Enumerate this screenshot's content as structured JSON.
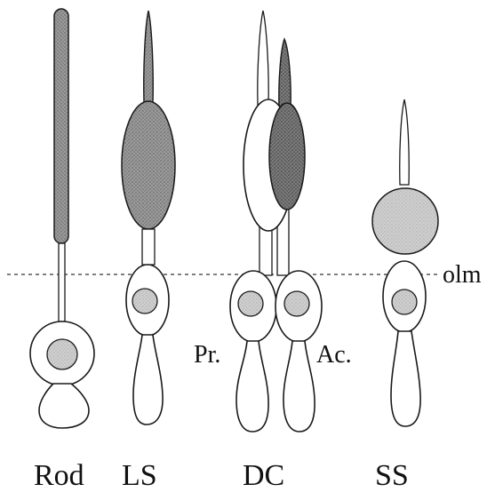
{
  "cell_labels": {
    "rod": "Rod",
    "ls": "LS",
    "dc": "DC",
    "ss": "SS"
  },
  "annotations": {
    "olm": "olm",
    "pr": "Pr.",
    "ac": "Ac."
  },
  "colors": {
    "outline": "#1a1a1a",
    "rod_outer_segment": "#8c8c8c",
    "ls_outer_segment": "#8c8c8c",
    "dc_accessory_outer_segment": "#6e6e6e",
    "ss_ellipsoid": "#c4c4c4",
    "nucleus": "#cfcfcf",
    "background": "#ffffff"
  }
}
